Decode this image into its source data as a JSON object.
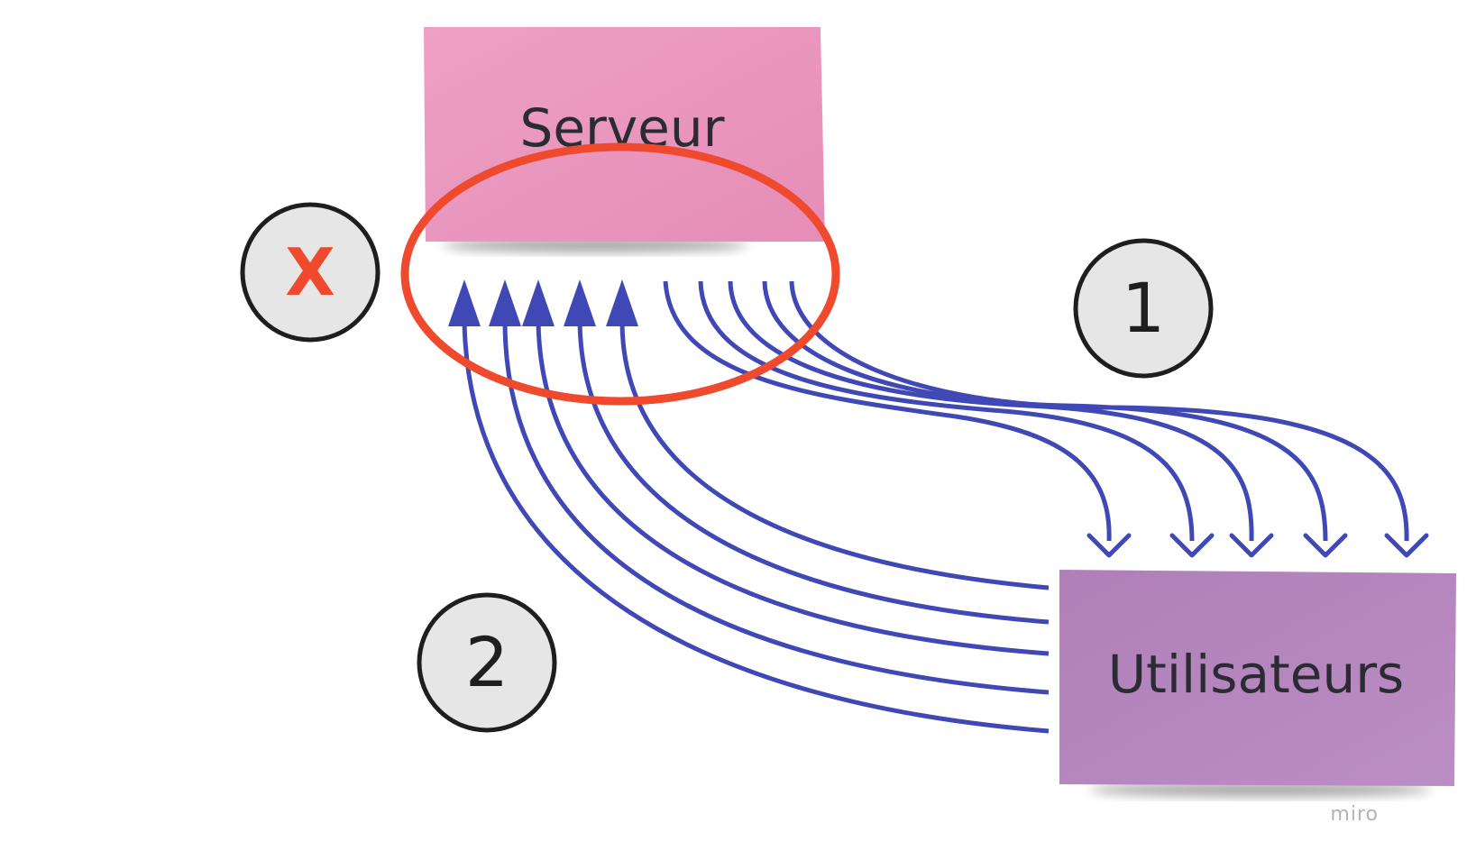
{
  "nodes": {
    "server": {
      "label": "Serveur",
      "color": "#e993bb"
    },
    "users": {
      "label": "Utilisateurs",
      "color": "#b487bc"
    }
  },
  "markers": {
    "error": {
      "label": "X",
      "color": "#f04a2e"
    },
    "step1": {
      "label": "1"
    },
    "step2": {
      "label": "2"
    }
  },
  "colors": {
    "arrow": "#3f48b5",
    "highlight": "#f04a2e",
    "marker_fill": "#e6e6e6",
    "marker_stroke": "#1e1e1e"
  },
  "watermark": "miro"
}
